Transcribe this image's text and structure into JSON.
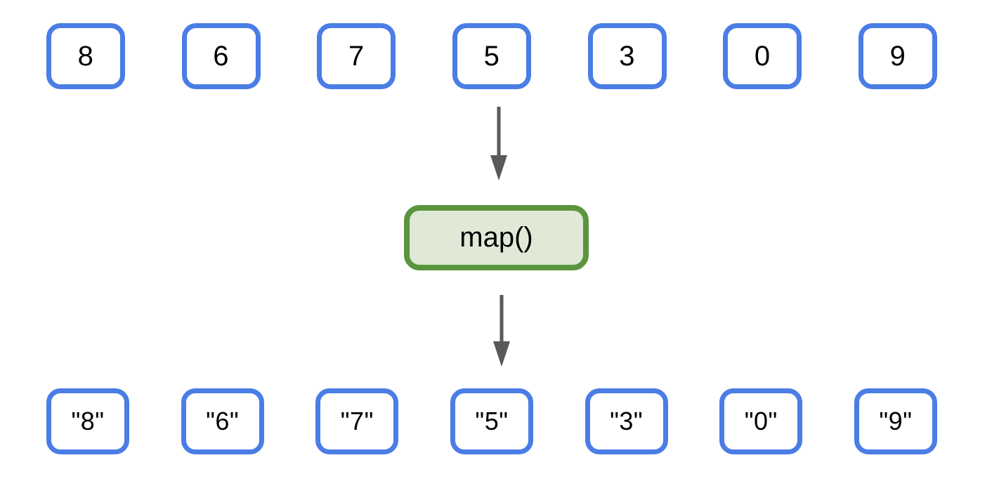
{
  "diagram": {
    "input_values": [
      "8",
      "6",
      "7",
      "5",
      "3",
      "0",
      "9"
    ],
    "function_box_label": "map()",
    "output_values": [
      "\"8\"",
      "\"6\"",
      "\"7\"",
      "\"5\"",
      "\"3\"",
      "\"0\"",
      "\"9\""
    ],
    "icons": {
      "arrow_down": "down-arrow"
    },
    "colors": {
      "array_box_border": "#4a7de5",
      "array_box_fill": "#ffffff",
      "function_box_border": "#5a943c",
      "function_box_fill": "#dfe9d6",
      "arrow": "#595959",
      "text": "#000000",
      "background": "#ffffff"
    }
  }
}
